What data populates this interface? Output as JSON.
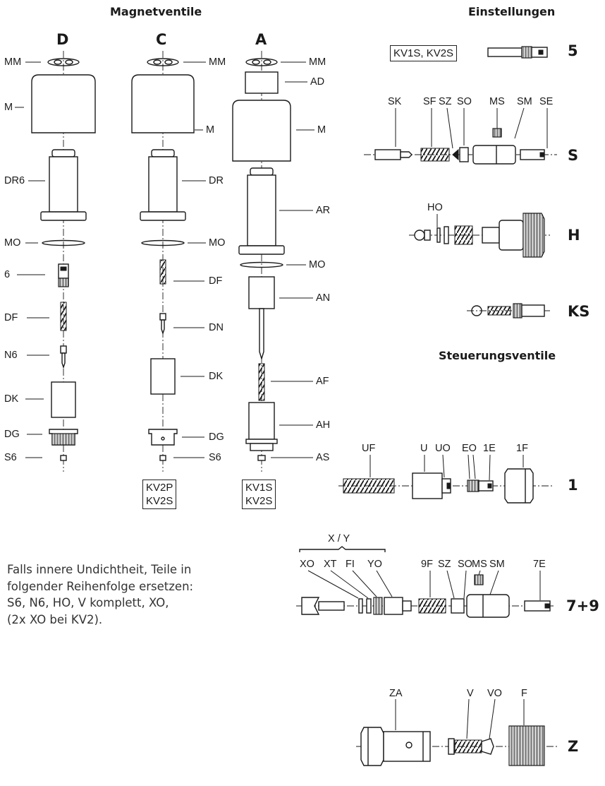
{
  "headings": {
    "magnet": "Magnetventile",
    "einst": "Einstellungen",
    "steuer": "Steuerungsventile"
  },
  "columns": {
    "D": "D",
    "C": "C",
    "A": "A"
  },
  "labels": {
    "D_MM": "MM",
    "D_M": "M",
    "D_DR6": "DR6",
    "D_MO": "MO",
    "D_6": "6",
    "D_DF": "DF",
    "D_N6": "N6",
    "D_DK": "DK",
    "D_DG": "DG",
    "D_S6": "S6",
    "C_MM": "MM",
    "C_M": "M",
    "C_DR": "DR",
    "C_MO": "MO",
    "C_DF": "DF",
    "C_DN": "DN",
    "C_DK": "DK",
    "C_DG": "DG",
    "C_S6": "S6",
    "A_MM": "MM",
    "A_AD": "AD",
    "A_M": "M",
    "A_AR": "AR",
    "A_MO": "MO",
    "A_AN": "AN",
    "A_AF": "AF",
    "A_AH": "AH",
    "A_AS": "AS",
    "S_SK": "SK",
    "S_SF": "SF",
    "S_SZ": "SZ",
    "S_SO": "SO",
    "S_MS": "MS",
    "S_SM": "SM",
    "S_SE": "SE",
    "H_HO": "HO",
    "U_UF": "UF",
    "U_U": "U",
    "U_UO": "UO",
    "U_EO": "EO",
    "U_1E": "1E",
    "U_1F": "1F",
    "XY": "X / Y",
    "X_XO": "XO",
    "X_XT": "XT",
    "X_FI": "FI",
    "X_YO": "YO",
    "X_9F": "9F",
    "X_SZ": "SZ",
    "X_SO": "SO",
    "X_MS": "MS",
    "X_SM": "SM",
    "X_7E": "7E",
    "Z_ZA": "ZA",
    "Z_V": "V",
    "Z_VO": "VO",
    "Z_F": "F"
  },
  "rows": {
    "r5": "5",
    "rS": "S",
    "rH": "H",
    "rKS": "KS",
    "r1": "1",
    "r79": "7+9",
    "rZ": "Z"
  },
  "boxes": {
    "top": "KV1S, KV2S",
    "C_1": "KV2P",
    "C_2": "KV2S",
    "A_1": "KV1S",
    "A_2": "KV2S"
  },
  "note": [
    "Falls innere Undichtheit, Teile in",
    "folgender Reihenfolge ersetzen:",
    "S6, N6, HO, V komplett, XO,",
    "(2x XO bei KV2)."
  ]
}
